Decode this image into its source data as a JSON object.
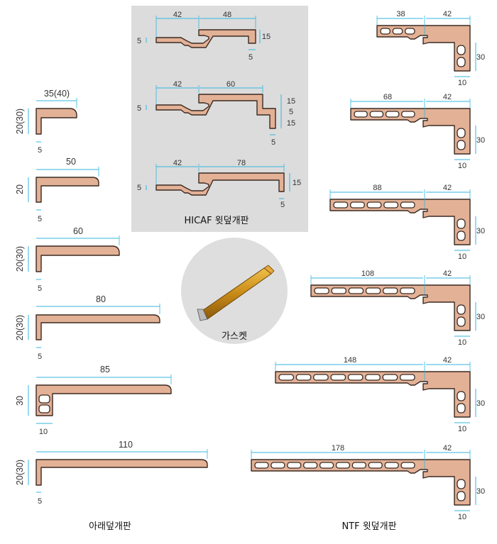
{
  "captions": {
    "hicaf": "HICAF 윗덮개판",
    "lower": "아래덮개판",
    "ntf": "NTF 윗덮개판",
    "gasket": "가스켓"
  },
  "lower_profiles": [
    {
      "width": "35(40)",
      "height": "20(30)",
      "thick": "5"
    },
    {
      "width": "50",
      "height": "20",
      "thick": "5"
    },
    {
      "width": "60",
      "height": "20(30)",
      "thick": "5"
    },
    {
      "width": "80",
      "height": "20(30)",
      "thick": "5"
    },
    {
      "width": "85",
      "height": "30",
      "thick": "10"
    },
    {
      "width": "110",
      "height": "20(30)",
      "thick": "5"
    }
  ],
  "hicaf_profiles": [
    {
      "left": "42",
      "right": "48",
      "t": "5",
      "h1": "15",
      "b": "5"
    },
    {
      "left": "42",
      "right": "60",
      "t": "5",
      "h1": "15",
      "h2": "5",
      "h3": "15",
      "b": "5"
    },
    {
      "left": "42",
      "right": "78",
      "t": "5",
      "h1": "15",
      "b": "5"
    }
  ],
  "ntf_profiles": [
    {
      "top": "38",
      "side": "42",
      "h": "30",
      "b": "10"
    },
    {
      "top": "68",
      "side": "42",
      "h": "30",
      "b": "10"
    },
    {
      "top": "88",
      "side": "42",
      "h": "30",
      "b": "10"
    },
    {
      "top": "108",
      "side": "42",
      "h": "30",
      "b": "10"
    },
    {
      "top": "148",
      "side": "42",
      "h": "30",
      "b": "10"
    },
    {
      "top": "178",
      "side": "42",
      "h": "30",
      "b": "10"
    }
  ],
  "colors": {
    "profile_fill": "#e3b196",
    "dimension_line": "#33b6df",
    "panel_bg": "#dcdcdc"
  }
}
